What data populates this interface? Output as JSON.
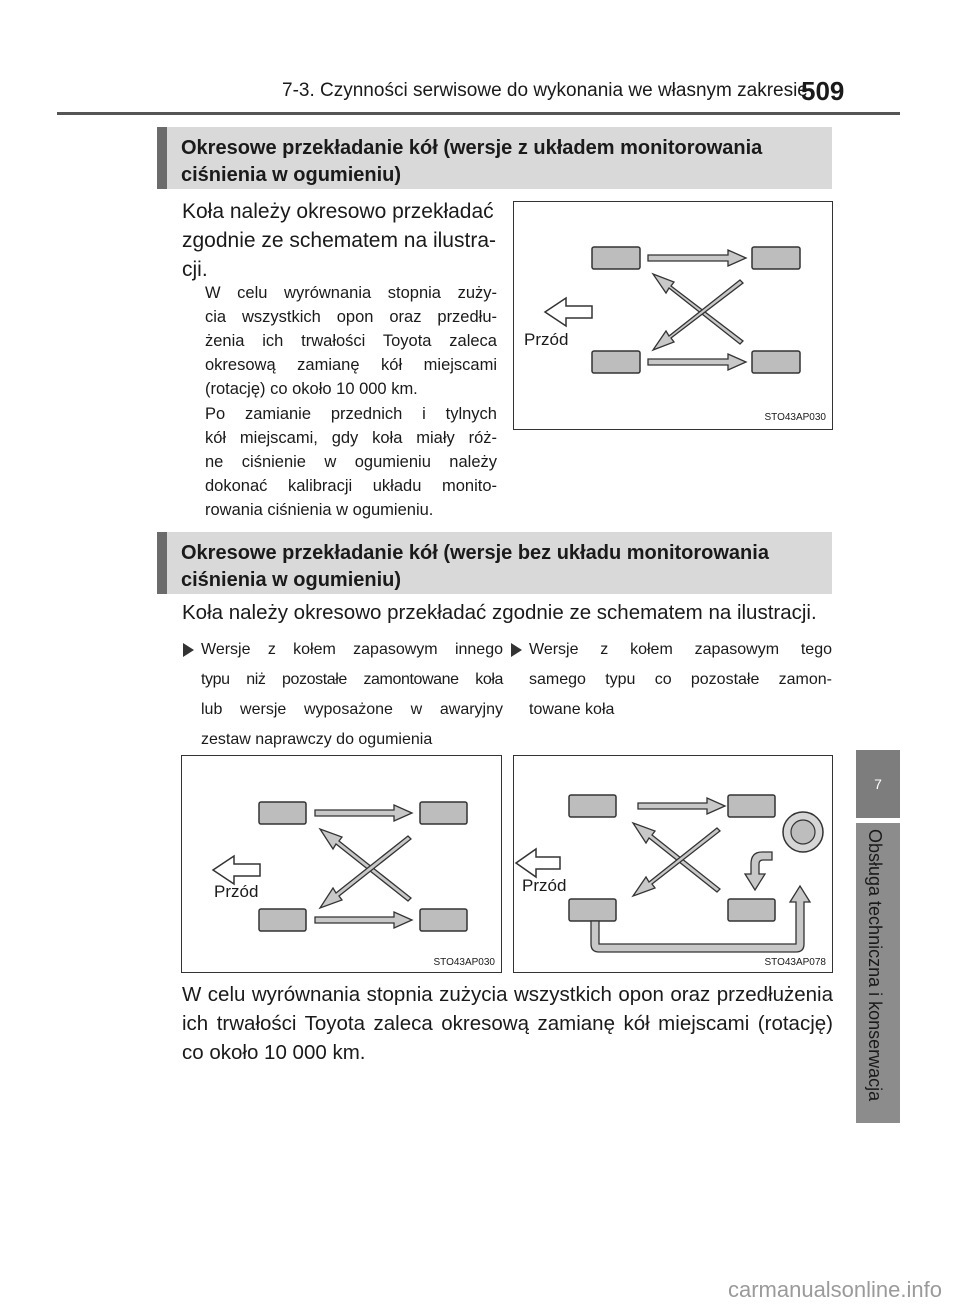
{
  "header": {
    "section_title": "7-3. Czynności serwisowe do wykonania we własnym zakresie",
    "page_number": "509"
  },
  "side_tab": {
    "chapter_number": "7",
    "chapter_label": "Obsługa techniczna i konserwacja"
  },
  "section1": {
    "title_line1": "Okresowe przekładanie kół (wersje z układem monitorowania",
    "title_line2": "ciśnienia w ogumieniu)",
    "lead_line1": "Koła należy okresowo przekładać",
    "lead_line2": "zgodnie ze schematem na ilustra-",
    "lead_line3": "cji.",
    "para1_line1": "W celu wyrównania stopnia zuży-",
    "para1_line2": "cia wszystkich opon oraz przedłu-",
    "para1_line3": "żenia ich trwałości Toyota zaleca",
    "para1_line4": "okresową zamianę kół miejscami",
    "para1_line5": "(rotację) co około 10 000 km.",
    "para2_line1": "Po zamianie przednich i tylnych",
    "para2_line2": "kół miejscami, gdy koła miały róż-",
    "para2_line3": "ne ciśnienie w ogumieniu należy",
    "para2_line4": "dokonać kalibracji układu monito-",
    "para2_line5": "rowania ciśnienia w ogumieniu.",
    "diagram": {
      "front_label": "Przód",
      "code": "STO43AP030"
    }
  },
  "section2": {
    "title_line1": "Okresowe przekładanie kół (wersje bez układu monitorowania",
    "title_line2": "ciśnienia w ogumieniu)",
    "lead": "Koła należy okresowo przekładać zgodnie ze schematem na ilustracji.",
    "bullet_left_line1": "Wersje z kołem zapasowym innego",
    "bullet_left_line2": "typu niż pozostałe zamontowane koła",
    "bullet_left_line3": "lub wersje wyposażone w awaryjny",
    "bullet_left_line4": "zestaw naprawczy do ogumienia",
    "bullet_right_line1": "Wersje z kołem zapasowym tego",
    "bullet_right_line2": "samego typu co pozostałe zamon-",
    "bullet_right_line3": "towane koła",
    "diagram_left": {
      "front_label": "Przód",
      "code": "STO43AP030"
    },
    "diagram_right": {
      "front_label": "Przód",
      "code": "STO43AP078"
    },
    "footer_line1": "W celu wyrównania stopnia zużycia wszystkich opon oraz przedłużenia",
    "footer_line2": "ich trwałości Toyota zaleca okresową zamianę kół miejscami (rotację)",
    "footer_line3": "co około 10 000 km."
  },
  "watermark": "carmanualsonline.info",
  "colors": {
    "tire_fill": "#bdbdbd",
    "arrow_fill": "#c8c8c8",
    "section_bar": "#d9d9d9",
    "section_accent": "#6b6b6b",
    "tab": "#8c8c8c"
  }
}
